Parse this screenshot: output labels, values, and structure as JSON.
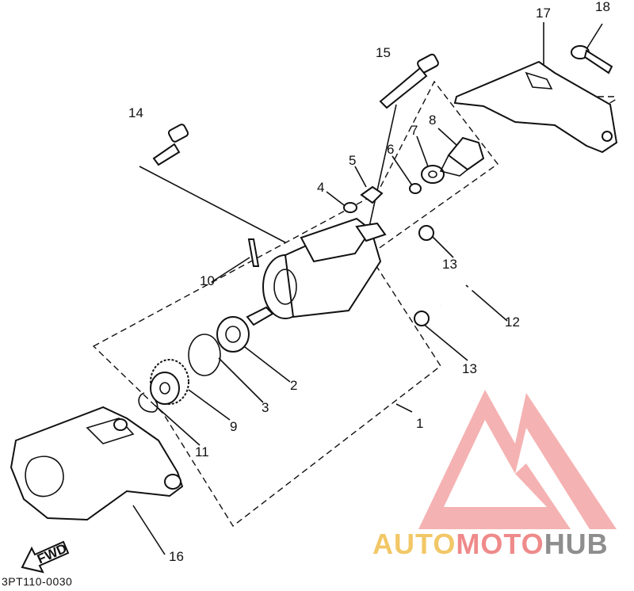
{
  "diagram": {
    "callouts": {
      "c1": "1",
      "c2": "2",
      "c3": "3",
      "c4": "4",
      "c5": "5",
      "c6": "6",
      "c7": "7",
      "c8": "8",
      "c9": "9",
      "c10": "10",
      "c11": "11",
      "c12": "12",
      "c13a": "13",
      "c13b": "13",
      "c14": "14",
      "c15": "15",
      "c16": "16",
      "c17": "17",
      "c18": "18"
    },
    "fwd_label": "FWD",
    "part_code": "3PT110-0030"
  },
  "watermark": {
    "part1": "AUTO",
    "part2": "MOTO",
    "part3": "HUB",
    "colors": {
      "auto": "#f2c766",
      "moto": "#ef8a8a",
      "hub": "#8e8e8e",
      "logo": "#f3a5a5"
    }
  }
}
